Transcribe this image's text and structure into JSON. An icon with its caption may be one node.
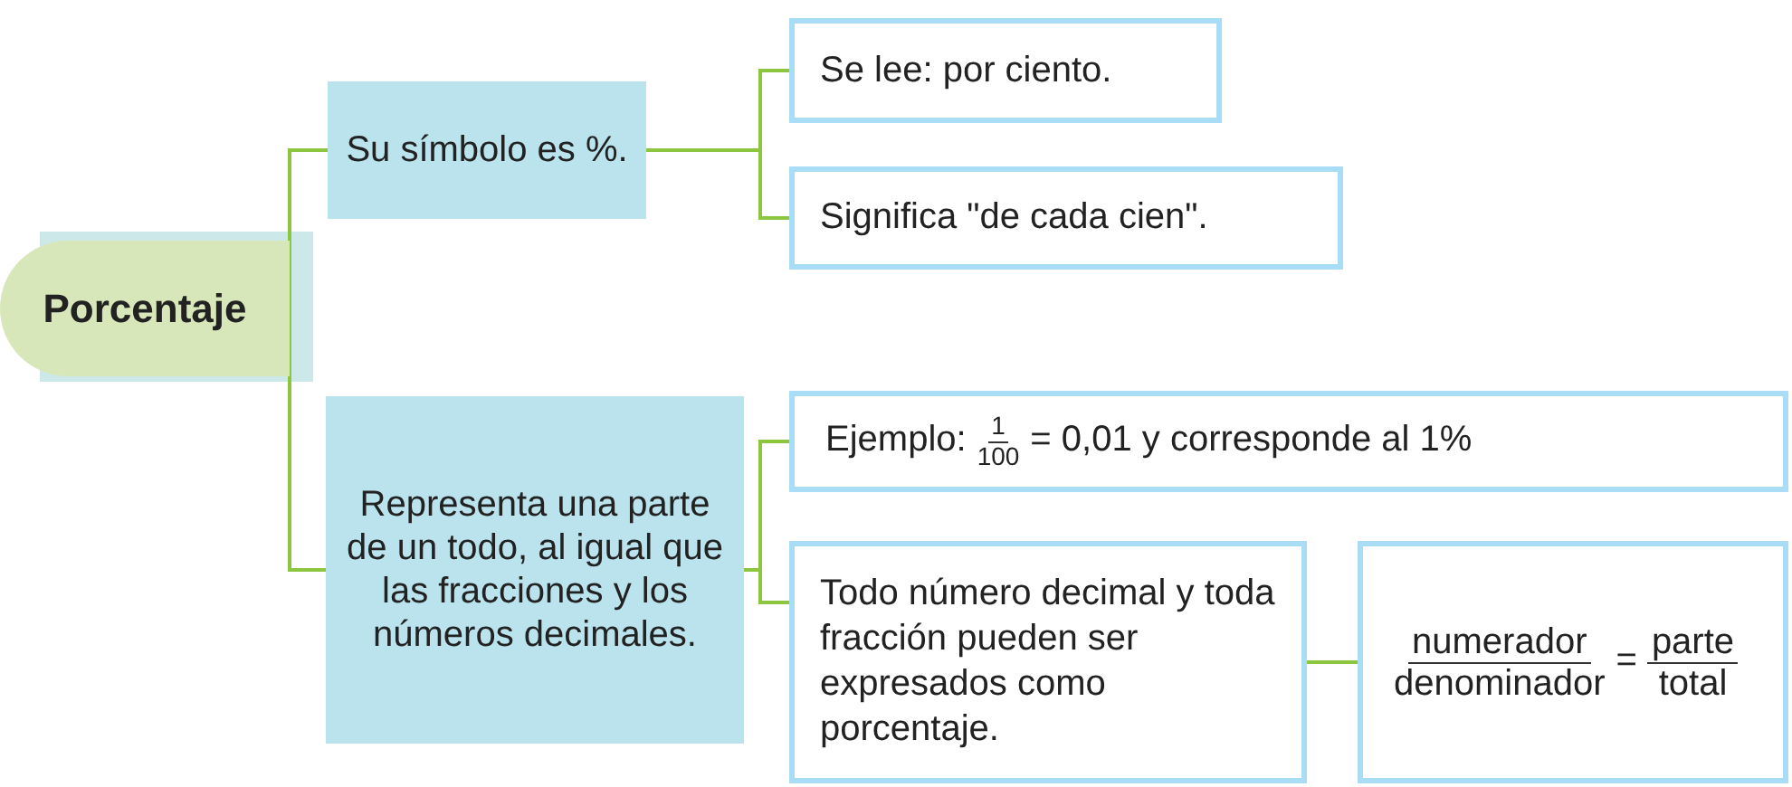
{
  "diagram": {
    "nodes": [
      {
        "text": [
          "Porcentaje"
        ]
      },
      {
        "text": [
          "Su símbolo es %."
        ]
      },
      {
        "text": [
          "Se lee: por ciento."
        ]
      },
      {
        "text": [
          "Significa \"de cada cien\"."
        ]
      },
      {
        "text": [
          "Representa una parte de un todo, al igual que las fracciones y los números decimales."
        ]
      },
      {
        "text": [
          "Ejemplo:",
          "1",
          "100",
          "= 0,01 y corresponde al 1%"
        ]
      },
      {
        "text": [
          "Todo número decimal y toda fracción pueden ser expresados como porcentaje."
        ]
      },
      {
        "text": [
          "numerador",
          "denominador",
          "=",
          "parte",
          "total"
        ]
      }
    ],
    "edges": [
      {
        "from": 0,
        "to": 1,
        "arrow": "none"
      },
      {
        "from": 0,
        "to": 4,
        "arrow": "none"
      },
      {
        "from": 1,
        "to": 2,
        "arrow": "none"
      },
      {
        "from": 1,
        "to": 3,
        "arrow": "none"
      },
      {
        "from": 4,
        "to": 5,
        "arrow": "none"
      },
      {
        "from": 4,
        "to": 6,
        "arrow": "none"
      },
      {
        "from": 6,
        "to": 7,
        "arrow": "none"
      }
    ]
  }
}
